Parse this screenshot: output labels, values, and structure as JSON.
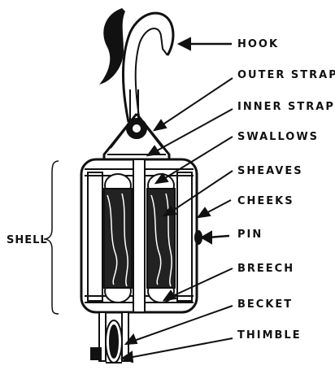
{
  "labels": {
    "hook": "HOOK",
    "outer_strap": "OUTER STRAP",
    "inner_strap": "INNER STRAP",
    "swallows": "SWALLOWS",
    "sheaves": "SHEAVES",
    "cheeks": "CHEEKS",
    "pin": "PIN",
    "breech": "BREECH",
    "becket": "BECKET",
    "thimble": "THIMBLE",
    "shell": "SHELL"
  },
  "colors": {
    "ink": "#111111",
    "paper": "#ffffff"
  }
}
